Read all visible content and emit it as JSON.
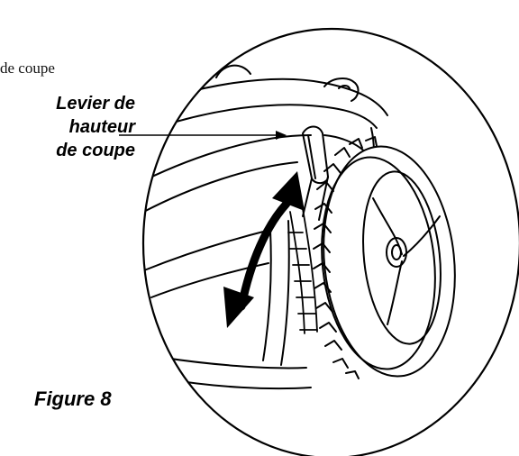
{
  "fragment_text": "de coupe",
  "callout": {
    "line1": "Levier de",
    "line2": "hauteur",
    "line3": "de coupe"
  },
  "figure_caption": "Figure 8",
  "colors": {
    "ink": "#000000",
    "paper": "#ffffff"
  }
}
